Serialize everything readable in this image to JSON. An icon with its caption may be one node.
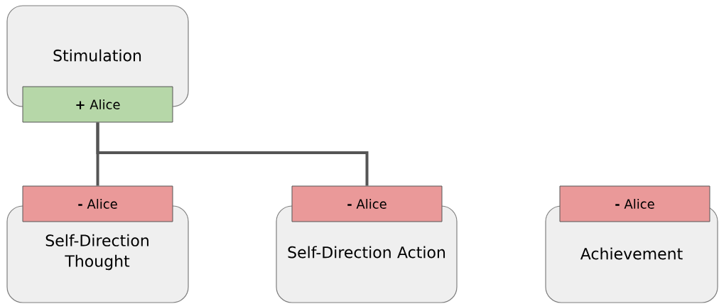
{
  "diagram": {
    "nodes": [
      {
        "text": [
          "Stimulation"
        ]
      },
      {
        "text": [
          "**+** Alice"
        ]
      },
      {
        "text": [
          "**-** Alice"
        ]
      },
      {
        "text": [
          "Self-Direction Thought"
        ]
      },
      {
        "text": [
          "**-** Alice"
        ]
      },
      {
        "text": [
          "Self-Direction Action"
        ]
      },
      {
        "text": [
          "**-** Alice"
        ]
      },
      {
        "text": [
          "Achievement"
        ]
      }
    ],
    "edges": [
      {
        "from": 1,
        "to": 2,
        "arrow": "none"
      },
      {
        "from": 1,
        "to": 4,
        "arrow": "none"
      }
    ]
  }
}
